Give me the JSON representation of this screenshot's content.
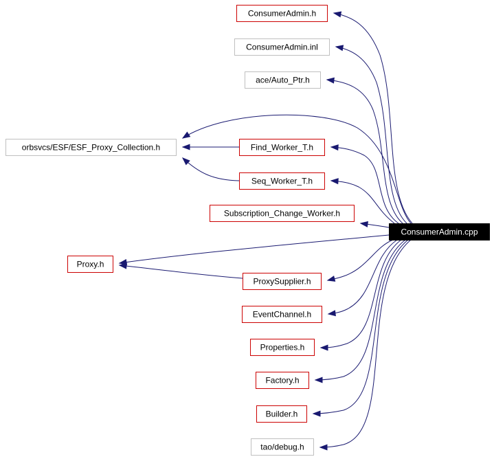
{
  "colors": {
    "edge": "#191970",
    "red_border": "#cc0000",
    "gray_border": "#bfbfbf",
    "root_fill": "#000000",
    "root_text": "#ffffff",
    "text": "#000000"
  },
  "root": "ConsumerAdmin.cpp",
  "nodes": [
    {
      "id": "root",
      "label": "ConsumerAdmin.cpp",
      "style": "root"
    },
    {
      "id": "consumeradmin_h",
      "label": "ConsumerAdmin.h",
      "style": "red"
    },
    {
      "id": "consumeradmin_inl",
      "label": "ConsumerAdmin.inl",
      "style": "gray"
    },
    {
      "id": "auto_ptr",
      "label": "ace/Auto_Ptr.h",
      "style": "gray"
    },
    {
      "id": "esf_collection",
      "label": "orbsvcs/ESF/ESF_Proxy_Collection.h",
      "style": "gray"
    },
    {
      "id": "find_worker",
      "label": "Find_Worker_T.h",
      "style": "red"
    },
    {
      "id": "seq_worker",
      "label": "Seq_Worker_T.h",
      "style": "red"
    },
    {
      "id": "sub_change",
      "label": "Subscription_Change_Worker.h",
      "style": "red"
    },
    {
      "id": "proxy",
      "label": "Proxy.h",
      "style": "red"
    },
    {
      "id": "proxy_supplier",
      "label": "ProxySupplier.h",
      "style": "red"
    },
    {
      "id": "event_channel",
      "label": "EventChannel.h",
      "style": "red"
    },
    {
      "id": "properties",
      "label": "Properties.h",
      "style": "red"
    },
    {
      "id": "factory",
      "label": "Factory.h",
      "style": "red"
    },
    {
      "id": "builder",
      "label": "Builder.h",
      "style": "red"
    },
    {
      "id": "debug",
      "label": "tao/debug.h",
      "style": "gray"
    }
  ],
  "edges": [
    {
      "from": "root",
      "to": "consumeradmin_h"
    },
    {
      "from": "root",
      "to": "consumeradmin_inl"
    },
    {
      "from": "root",
      "to": "auto_ptr"
    },
    {
      "from": "root",
      "to": "esf_collection"
    },
    {
      "from": "root",
      "to": "find_worker"
    },
    {
      "from": "root",
      "to": "seq_worker"
    },
    {
      "from": "root",
      "to": "sub_change"
    },
    {
      "from": "root",
      "to": "proxy"
    },
    {
      "from": "root",
      "to": "proxy_supplier"
    },
    {
      "from": "root",
      "to": "event_channel"
    },
    {
      "from": "root",
      "to": "properties"
    },
    {
      "from": "root",
      "to": "factory"
    },
    {
      "from": "root",
      "to": "builder"
    },
    {
      "from": "root",
      "to": "debug"
    },
    {
      "from": "find_worker",
      "to": "esf_collection"
    },
    {
      "from": "seq_worker",
      "to": "esf_collection"
    },
    {
      "from": "proxy_supplier",
      "to": "proxy"
    }
  ]
}
